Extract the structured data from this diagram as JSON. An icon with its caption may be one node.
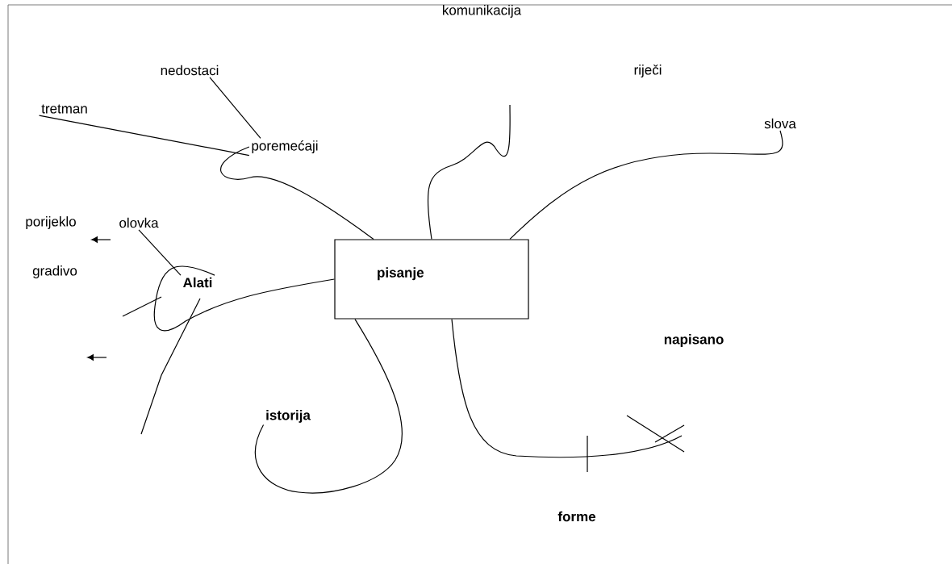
{
  "diagram": {
    "nodes": [
      {
        "text": [
          "komunikacija"
        ]
      },
      {
        "text": [
          "nedostaci"
        ]
      },
      {
        "text": [
          "riječi"
        ]
      },
      {
        "text": [
          "tretman"
        ]
      },
      {
        "text": [
          "slova"
        ]
      },
      {
        "text": [
          "poremećaji"
        ]
      },
      {
        "text": [
          "porijeklo"
        ]
      },
      {
        "text": [
          "olovka"
        ]
      },
      {
        "text": [
          "pisanje"
        ]
      },
      {
        "text": [
          "gradivo"
        ]
      },
      {
        "text": [
          "Alati"
        ]
      },
      {
        "text": [
          "napisano"
        ]
      },
      {
        "text": [
          "istorija"
        ]
      },
      {
        "text": [
          "forme"
        ]
      }
    ],
    "edges": [
      {
        "from": 8,
        "to": 5,
        "arrow": "none"
      },
      {
        "from": 3,
        "to": 5,
        "arrow": "none"
      },
      {
        "from": 1,
        "to": 5,
        "arrow": "none"
      },
      {
        "from": 8,
        "to": null,
        "arrow": "none"
      },
      {
        "from": 8,
        "to": 4,
        "arrow": "none"
      },
      {
        "from": 8,
        "to": 10,
        "arrow": "none"
      },
      {
        "from": 7,
        "to": 10,
        "arrow": "none"
      },
      {
        "from": 8,
        "to": 12,
        "arrow": "none"
      },
      {
        "from": 8,
        "to": null,
        "arrow": "none"
      }
    ]
  }
}
